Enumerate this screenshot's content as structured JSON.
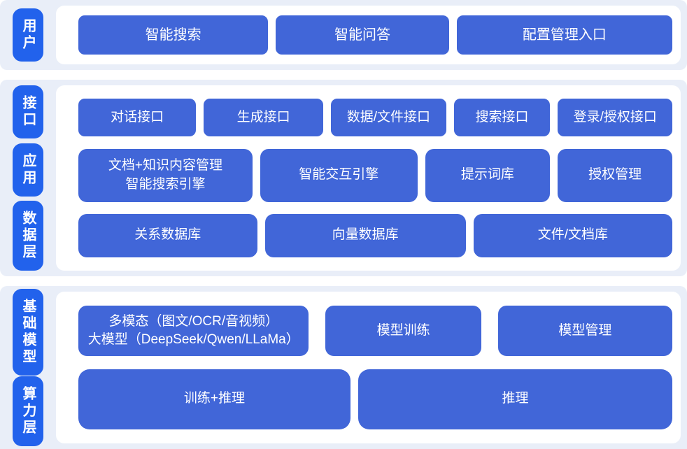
{
  "colors": {
    "section_bg": "#e9eef8",
    "panel_bg": "#ffffff",
    "node_blue": "#4166d8",
    "layer_label_blue": "#2262ec",
    "text_on_blue": "#ffffff"
  },
  "diagram": {
    "sections": [
      {
        "labels": [
          {
            "text": "用户"
          }
        ],
        "rows": [
          {
            "boxes": [
              {
                "text": "智能搜索"
              },
              {
                "text": "智能问答"
              },
              {
                "text": "配置管理入口"
              }
            ]
          }
        ]
      },
      {
        "labels": [
          {
            "text": "接口"
          },
          {
            "text": "应用"
          },
          {
            "text": "数据层"
          }
        ],
        "rows": [
          {
            "boxes": [
              {
                "text": "对话接口"
              },
              {
                "text": "生成接口"
              },
              {
                "text": "数据/文件接口"
              },
              {
                "text": "搜索接口"
              },
              {
                "text": "登录/授权接口"
              }
            ]
          },
          {
            "boxes": [
              {
                "text": "文档+知识内容管理\n智能搜索引擎"
              },
              {
                "text": "智能交互引擎"
              },
              {
                "text": "提示词库"
              },
              {
                "text": "授权管理"
              }
            ]
          },
          {
            "boxes": [
              {
                "text": "关系数据库"
              },
              {
                "text": "向量数据库"
              },
              {
                "text": "文件/文档库"
              }
            ]
          }
        ]
      },
      {
        "labels": [
          {
            "text": "基础模型"
          },
          {
            "text": "算力层"
          }
        ],
        "rows": [
          {
            "boxes": [
              {
                "text": "多模态（图文/OCR/音视频）\n大模型（DeepSeek/Qwen/LLaMa）"
              },
              {
                "text": "模型训练"
              },
              {
                "text": "模型管理"
              }
            ]
          },
          {
            "boxes": [
              {
                "text": "训练+推理"
              },
              {
                "text": "推理"
              }
            ]
          }
        ]
      }
    ]
  }
}
